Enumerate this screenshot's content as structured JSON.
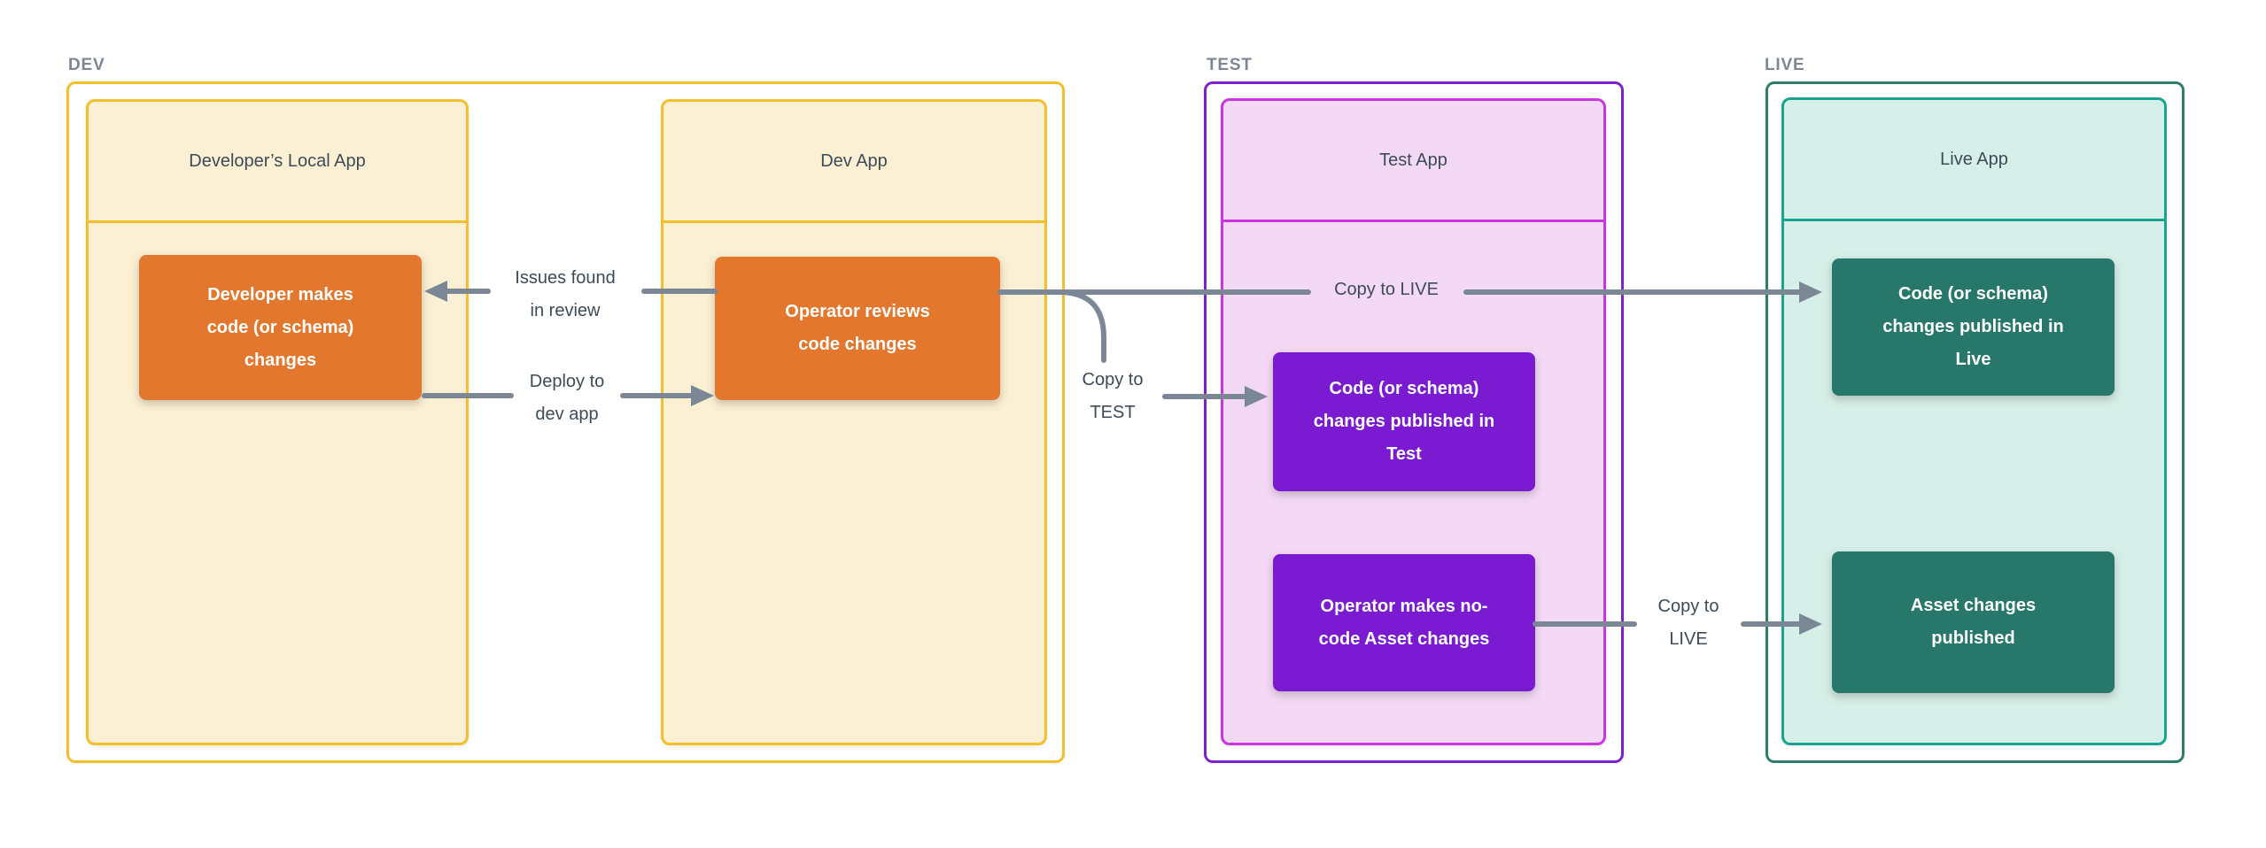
{
  "sections": {
    "dev": {
      "label": "DEV"
    },
    "test": {
      "label": "TEST"
    },
    "live": {
      "label": "LIVE"
    }
  },
  "cards": {
    "dev_local": {
      "title": "Developer’s Local App"
    },
    "dev": {
      "title": "Dev App"
    },
    "test": {
      "title": "Test App"
    },
    "live": {
      "title": "Live App"
    }
  },
  "boxes": {
    "dev_changes": {
      "lines": [
        "Developer makes",
        "code (or schema)",
        "changes"
      ]
    },
    "operator_reviews": {
      "lines": [
        "Operator reviews",
        "code changes"
      ]
    },
    "test_published": {
      "lines": [
        "Code (or schema)",
        "changes published in",
        "Test"
      ]
    },
    "asset_changes": {
      "lines": [
        "Operator makes no-",
        "code Asset changes"
      ]
    },
    "live_published": {
      "lines": [
        "Code (or schema)",
        "changes published in",
        "Live"
      ]
    },
    "asset_published": {
      "lines": [
        "Asset changes",
        "published"
      ]
    }
  },
  "arrow_labels": {
    "issues_found": {
      "lines": [
        "Issues found",
        "in review"
      ]
    },
    "deploy_dev": {
      "lines": [
        "Deploy to",
        "dev app"
      ]
    },
    "copy_test": {
      "lines": [
        "Copy to",
        "TEST"
      ]
    },
    "copy_live_main": {
      "lines": [
        "Copy to LIVE"
      ]
    },
    "copy_live_asset": {
      "lines": [
        "Copy to",
        "LIVE"
      ]
    }
  },
  "colors": {
    "dev_border": "#f5bf2c",
    "dev_card_fill": "#fbf0d4",
    "dev_box": "#e2772d",
    "test_border": "#7c21cc",
    "test_card_border": "#c935df",
    "test_card_fill": "#f4d9f6",
    "test_box": "#7a1bd1",
    "live_border": "#2e7d6b",
    "live_card_border": "#17a58f",
    "live_card_fill": "#d6efe8",
    "live_box": "#27786a",
    "arrow": "#7b8794",
    "label_text": "#3d4b57",
    "section_label_text": "#7b8794"
  }
}
